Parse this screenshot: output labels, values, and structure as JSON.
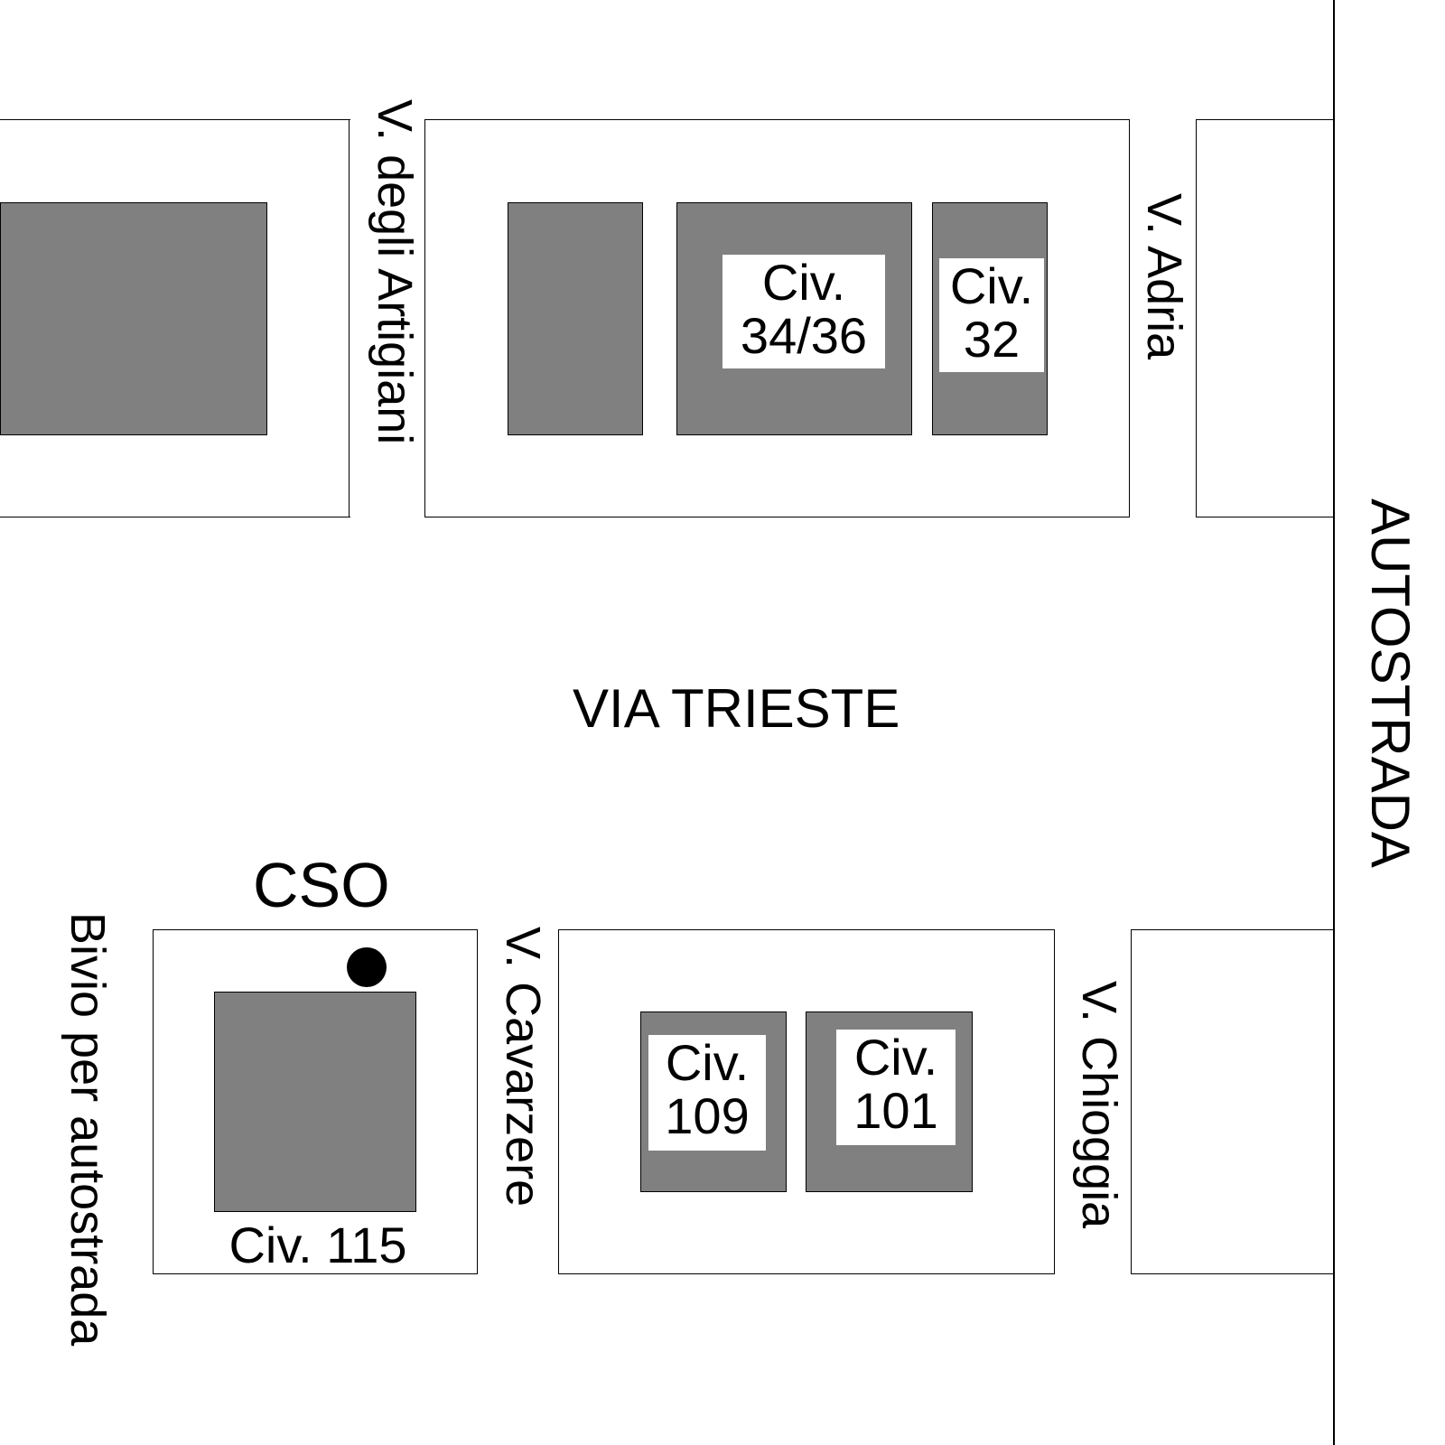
{
  "streets": {
    "degli_artigiani": "V. degli Artigiani",
    "adria": "V. Adria",
    "autostrada": "AUTOSTRADA",
    "via_trieste": "VIA TRIESTE",
    "cavarzere": "V. Cavarzere",
    "chioggia": "V. Chioggia",
    "bivio": "Bivio per autostrada"
  },
  "poi": {
    "cso": "CSO"
  },
  "buildings": {
    "civ_34_36": {
      "line1": "Civ.",
      "line2": "34/36"
    },
    "civ_32": {
      "line1": "Civ.",
      "line2": "32"
    },
    "civ_109": {
      "line1": "Civ.",
      "line2": "109"
    },
    "civ_101": {
      "line1": "Civ.",
      "line2": "101"
    },
    "civ_115": "Civ. 115"
  },
  "colors": {
    "building": "#808080",
    "lines": "#000000",
    "background": "#ffffff"
  }
}
